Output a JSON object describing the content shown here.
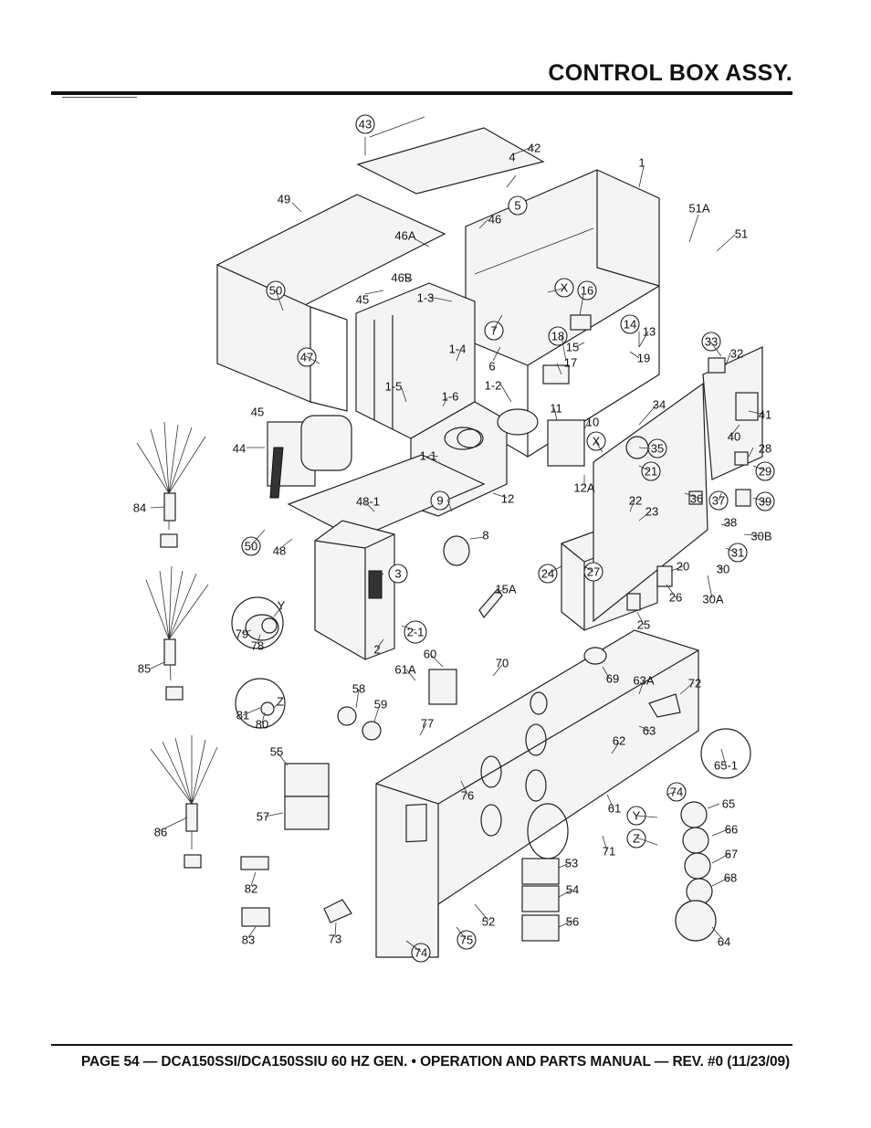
{
  "header": {
    "title": "CONTROL BOX ASSY."
  },
  "footer": {
    "text": "PAGE 54 — DCA150SSI/DCA150SSIU 60 HZ GEN. • OPERATION AND PARTS MANUAL — REV. #0 (11/23/09)"
  },
  "callouts": [
    "43",
    "42",
    "4",
    "5",
    "1",
    "49",
    "46A",
    "46",
    "51A",
    "51",
    "50",
    "46B",
    "45",
    "1-3",
    "X",
    "16",
    "7",
    "47",
    "14",
    "13",
    "18",
    "15",
    "6",
    "1-4",
    "19",
    "33",
    "32",
    "17",
    "1-2",
    "1-5",
    "1-6",
    "45",
    "34",
    "41",
    "11",
    "10",
    "40",
    "44",
    "1-1",
    "X",
    "35",
    "28",
    "21",
    "29",
    "12A",
    "9",
    "12",
    "36",
    "37",
    "39",
    "48-1",
    "22",
    "23",
    "38",
    "84",
    "30B",
    "8",
    "50",
    "48",
    "3",
    "24",
    "27",
    "20",
    "31",
    "30",
    "15A",
    "26",
    "30A",
    "Y",
    "25",
    "2-1",
    "79",
    "78",
    "2",
    "60",
    "61A",
    "70",
    "69",
    "63A",
    "72",
    "85",
    "58",
    "59",
    "Z",
    "81",
    "80",
    "63",
    "77",
    "62",
    "65-1",
    "55",
    "76",
    "74",
    "65",
    "61",
    "Y",
    "57",
    "66",
    "Z",
    "67",
    "71",
    "86",
    "53",
    "68",
    "82",
    "54",
    "56",
    "64",
    "52",
    "83",
    "73",
    "75",
    "74"
  ]
}
